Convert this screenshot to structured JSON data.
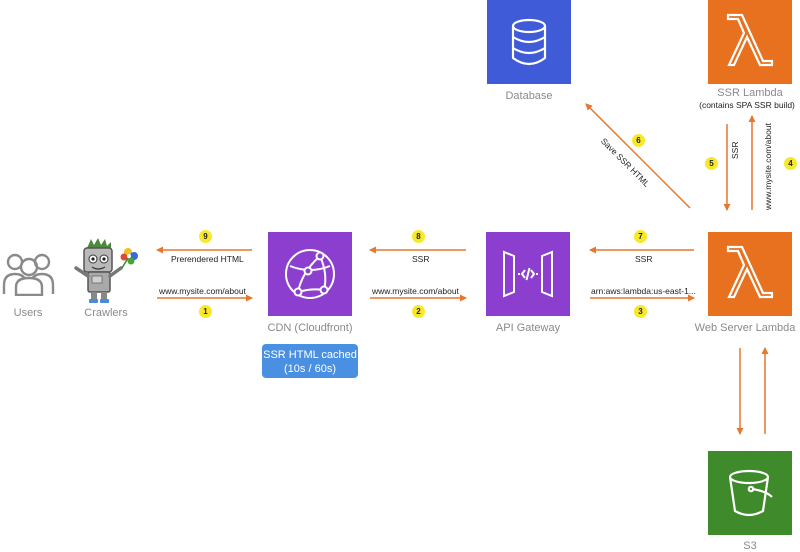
{
  "nodes": {
    "users": "Users",
    "crawlers": "Crawlers",
    "cdn": "CDN (Cloudfront)",
    "api": "API Gateway",
    "web_lambda": "Web Server Lambda",
    "database": "Database",
    "ssr_lambda": "SSR Lambda",
    "ssr_lambda_sub": "(contains SPA SSR build)",
    "s3": "S3"
  },
  "cache_badge": {
    "line1": "SSR HTML cached",
    "line2": "(10s / 60s)"
  },
  "edges": {
    "e1": {
      "step": "1",
      "label": "www.mysite.com/about"
    },
    "e2": {
      "step": "2",
      "label": "www.mysite.com/about"
    },
    "e3": {
      "step": "3",
      "label": "arn:aws:lambda:us-east-1..."
    },
    "e4": {
      "step": "4",
      "label": "www.mysite.com/about"
    },
    "e5": {
      "step": "5",
      "label": "SSR"
    },
    "e6": {
      "step": "6",
      "label": "Save SSR HTML"
    },
    "e7": {
      "step": "7",
      "label": "SSR"
    },
    "e8": {
      "step": "8",
      "label": "SSR"
    },
    "e9": {
      "step": "9",
      "label": "Prerendered HTML"
    }
  },
  "colors": {
    "arrow": "#e8762d",
    "lambda": "#e8711f",
    "cdn": "#8c3fcf",
    "api": "#8c3fcf",
    "database": "#3f5bd8",
    "s3": "#3f8a2a",
    "badge": "#4a90e2",
    "step": "#f7e92a"
  }
}
